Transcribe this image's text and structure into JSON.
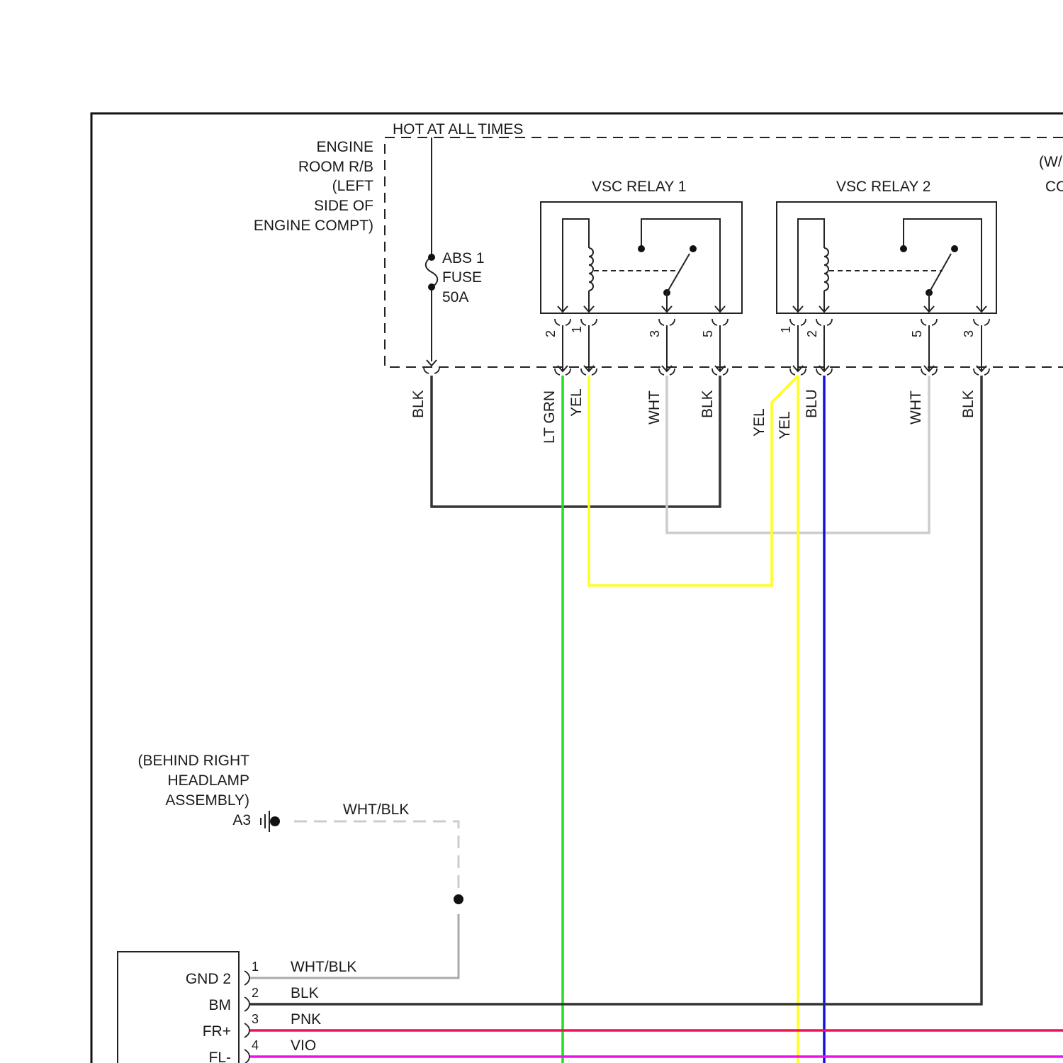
{
  "colors": {
    "blk": "#333333",
    "lt_grn": "#22dd22",
    "yel": "#ffff22",
    "wht": "#cccccc",
    "blu": "#1111dd",
    "pnk": "#ee1155",
    "vio": "#ee11ee",
    "wht_blk": "#aaaaaa"
  },
  "header": {
    "hot_at_all_times": "HOT AT ALL TIMES"
  },
  "engine_room_rb": {
    "lines": [
      "ENGINE",
      "ROOM R/B",
      "(LEFT",
      "SIDE OF",
      "ENGINE COMPT)"
    ]
  },
  "right_edge": {
    "line1": "(W/",
    "line2": "CO"
  },
  "fuse": {
    "lines": [
      "ABS 1",
      "FUSE",
      "50A"
    ]
  },
  "relay1": {
    "title": "VSC RELAY 1",
    "pins": [
      "2",
      "1",
      "3",
      "5"
    ]
  },
  "relay2": {
    "title": "VSC RELAY 2",
    "pins": [
      "1",
      "2",
      "5",
      "3"
    ]
  },
  "wire_labels": {
    "fuse_out": "BLK",
    "r1_pin2": "LT GRN",
    "r1_pin1": "YEL",
    "r1_pin3": "WHT",
    "r1_pin5": "BLK",
    "r2_pin1_outer": "YEL",
    "r2_pin1_inner": "YEL",
    "r2_pin2": "BLU",
    "r2_pin5": "WHT",
    "r2_pin3": "BLK"
  },
  "ground": {
    "location": [
      "(BEHIND RIGHT",
      "HEADLAMP",
      "ASSEMBLY)"
    ],
    "id": "A3",
    "wire_label": "WHT/BLK"
  },
  "module": {
    "pins": [
      {
        "num": "1",
        "name": "GND 2",
        "wire": "WHT/BLK"
      },
      {
        "num": "2",
        "name": "BM",
        "wire": "BLK"
      },
      {
        "num": "3",
        "name": "FR+",
        "wire": "PNK"
      },
      {
        "num": "4",
        "name": "FL-",
        "wire": "VIO"
      }
    ]
  }
}
